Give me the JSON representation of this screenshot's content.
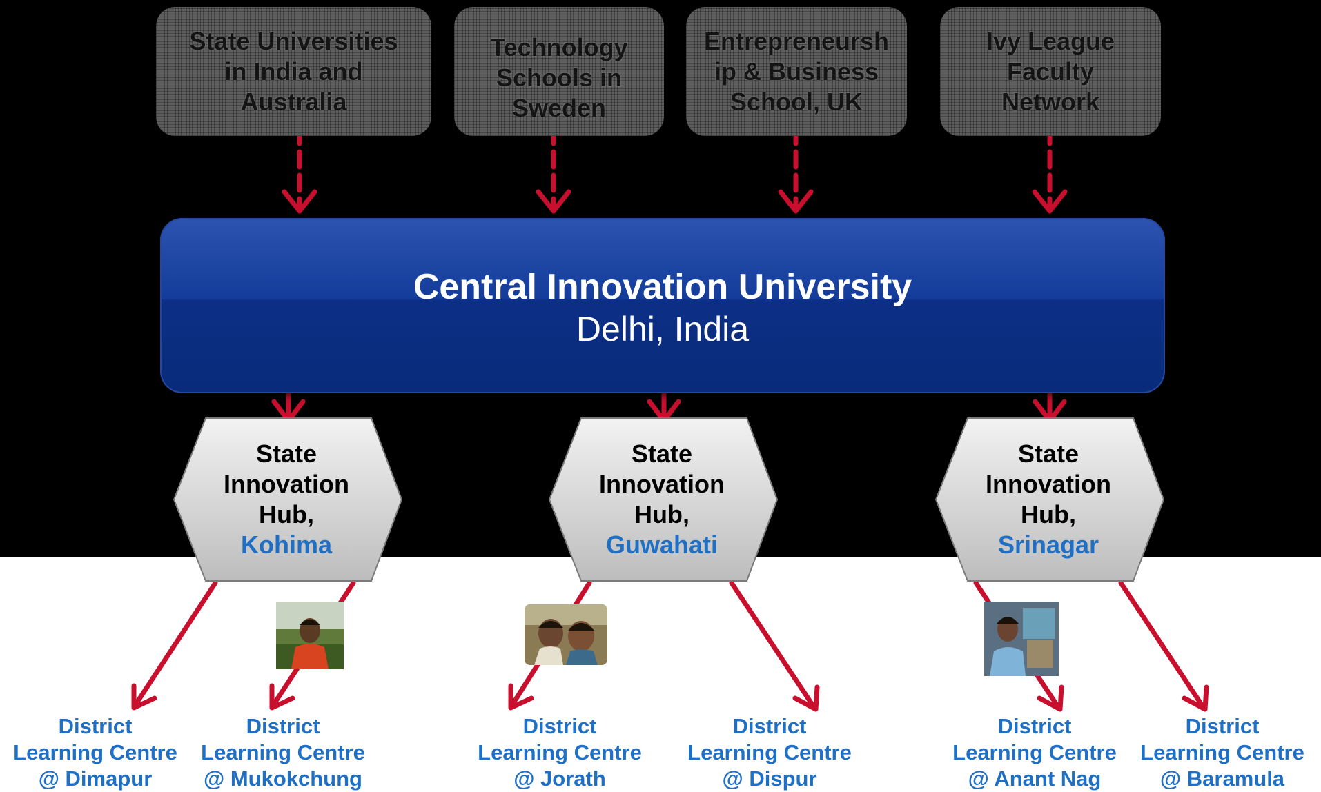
{
  "partners": [
    {
      "line1": "State Universities",
      "line2": "in India and",
      "line3": "Australia"
    },
    {
      "line1": "Technology",
      "line2": "Schools in",
      "line3": "Sweden"
    },
    {
      "line1": "Entrepreneursh",
      "line2": "ip & Business",
      "line3": "School, UK"
    },
    {
      "line1": "Ivy League",
      "line2": "Faculty",
      "line3": "Network"
    }
  ],
  "central": {
    "title": "Central Innovation University",
    "subtitle": "Delhi, India"
  },
  "hubs": [
    {
      "line1": "State",
      "line2": "Innovation",
      "line3": "Hub,",
      "city": "Kohima"
    },
    {
      "line1": "State",
      "line2": "Innovation",
      "line3": "Hub,",
      "city": "Guwahati"
    },
    {
      "line1": "State",
      "line2": "Innovation",
      "line3": "Hub,",
      "city": "Srinagar"
    }
  ],
  "districts": [
    {
      "line1": "District",
      "line2": "Learning Centre",
      "line3": "@ Dimapur"
    },
    {
      "line1": "District",
      "line2": "Learning Centre",
      "line3": "@ Mukokchung"
    },
    {
      "line1": "District",
      "line2": "Learning Centre",
      "line3": "@ Jorath"
    },
    {
      "line1": "District",
      "line2": "Learning Centre",
      "line3": "@ Dispur"
    },
    {
      "line1": "District",
      "line2": "Learning Centre",
      "line3": "@ Anant Nag"
    },
    {
      "line1": "District",
      "line2": "Learning Centre",
      "line3": "@ Baramula"
    }
  ],
  "colors": {
    "arrow": "#c8102e",
    "hub_city": "#1f6fc4",
    "district_text": "#1f6fc4",
    "central_box": "#143c9a"
  }
}
